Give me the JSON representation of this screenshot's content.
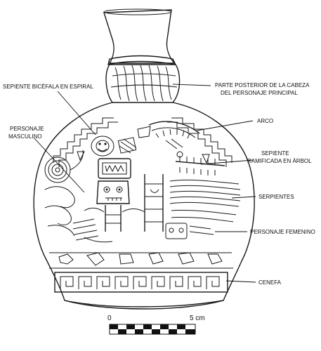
{
  "labels": {
    "serpiente_bicefala": "SEPIENTE BICÉFALA EN ESPIRAL",
    "personaje_masculino_1": "PERSONAJE",
    "personaje_masculino_2": "MASCULINO",
    "parte_posterior_1": "PARTE POSTERIOR DE LA CABEZA",
    "parte_posterior_2": "DEL PERSONAJE PRINCIPAL",
    "arco": "ARCO",
    "serpiente_arbol_1": "SEPIENTE",
    "serpiente_arbol_2": "RAMIFICADA EN ÁRBOL",
    "serpientes": "SERPIENTES",
    "personaje_femenino": "PERSONAJE FEMENINO",
    "cenefa": "CENEFA"
  },
  "scale_bar": {
    "start_label": "0",
    "end_label": "5 cm"
  }
}
